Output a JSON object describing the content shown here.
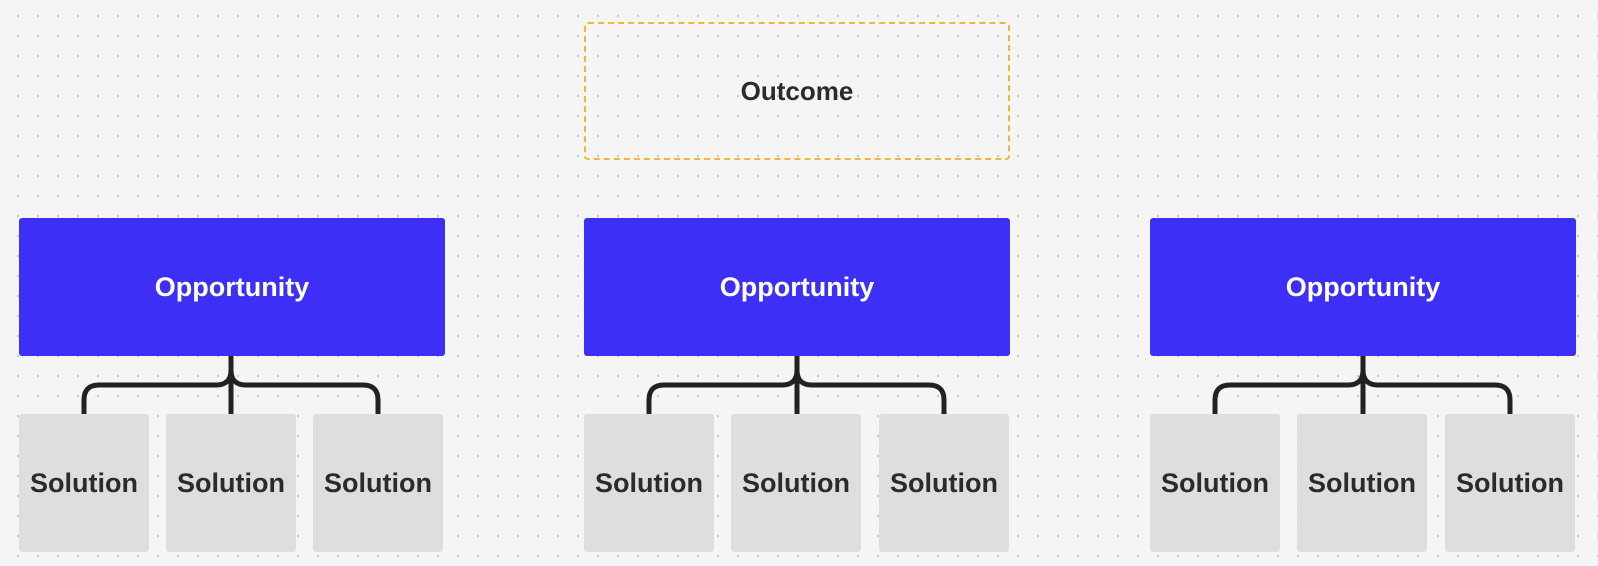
{
  "outcome": {
    "label": "Outcome"
  },
  "opportunities": [
    {
      "label": "Opportunity",
      "solutions": [
        {
          "label": "Solution"
        },
        {
          "label": "Solution"
        },
        {
          "label": "Solution"
        }
      ]
    },
    {
      "label": "Opportunity",
      "solutions": [
        {
          "label": "Solution"
        },
        {
          "label": "Solution"
        },
        {
          "label": "Solution"
        }
      ]
    },
    {
      "label": "Opportunity",
      "solutions": [
        {
          "label": "Solution"
        },
        {
          "label": "Solution"
        },
        {
          "label": "Solution"
        }
      ]
    }
  ],
  "colors": {
    "outcome_border": "#f2b53a",
    "opportunity_fill": "#3d2ff5",
    "solution_fill": "#dedede",
    "connector": "#222222",
    "canvas_background": "#f5f5f5"
  }
}
